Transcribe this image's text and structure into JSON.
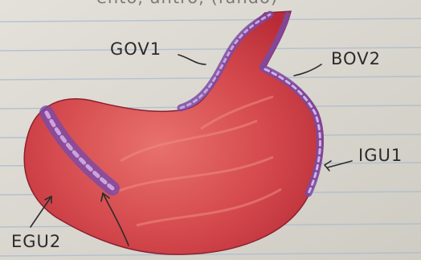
{
  "top_text": "ento, antro, (fundo)",
  "labels": {
    "gov1": "GOV1",
    "gov2": "BOV2",
    "igu1": "IGU1",
    "egu2": "EGU2"
  },
  "colors": {
    "paper": "#dedbd4",
    "ruled_line": "#9eb3c7",
    "stomach_base": "#c8343c",
    "stomach_light": "#e06a6a",
    "vessel_purple": "#8d63b4",
    "ink": "#2b2b2b"
  }
}
